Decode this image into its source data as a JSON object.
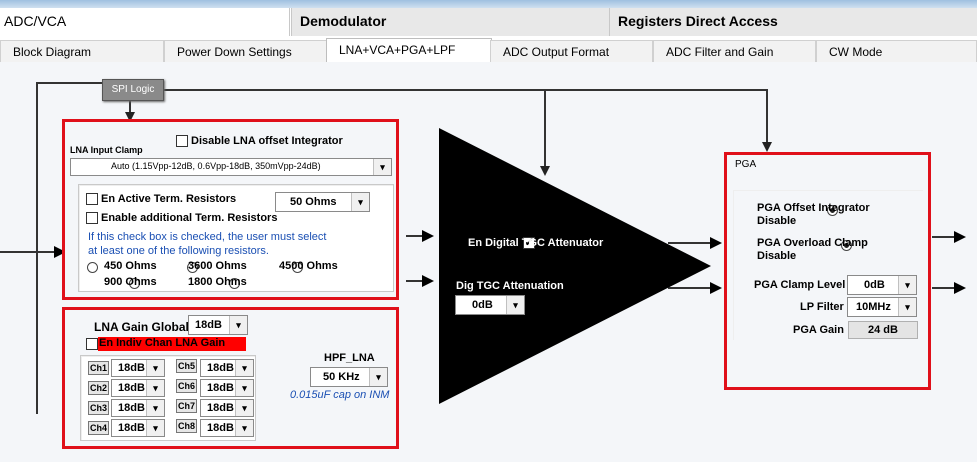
{
  "top_tabs": [
    {
      "label": "ADC/VCA"
    },
    {
      "label": "Demodulator"
    },
    {
      "label": "Registers Direct Access"
    }
  ],
  "sub_tabs": [
    {
      "label": "Block Diagram"
    },
    {
      "label": "Power Down Settings"
    },
    {
      "label": "LNA+VCA+PGA+LPF"
    },
    {
      "label": "ADC Output Format"
    },
    {
      "label": "ADC Filter and Gain"
    },
    {
      "label": "CW Mode"
    }
  ],
  "spi_logic": "SPI Logic",
  "lna": {
    "disable_offset_integrator": "Disable LNA offset Integrator",
    "input_clamp_label": "LNA Input Clamp",
    "input_clamp_value": "Auto (1.15Vpp-12dB, 0.6Vpp-18dB, 350mVpp-24dB)",
    "en_active_term": "En Active Term. Resistors",
    "active_term_value": "50 Ohms",
    "enable_additional_term": "Enable additional Term. Resistors",
    "note": "If this check box is checked, the user must select at least one of the following resistors.",
    "resistors": [
      "450 Ohms",
      "3600 Ohms",
      "4500 Ohms",
      "900 Ohms",
      "1800 Ohms"
    ]
  },
  "gain": {
    "lna_gain_global_label": "LNA Gain Global",
    "lna_gain_global_value": "18dB",
    "en_indiv_chan": "En Indiv Chan LNA Gain",
    "channels": [
      {
        "name": "Ch1",
        "value": "18dB"
      },
      {
        "name": "Ch2",
        "value": "18dB"
      },
      {
        "name": "Ch3",
        "value": "18dB"
      },
      {
        "name": "Ch4",
        "value": "18dB"
      },
      {
        "name": "Ch5",
        "value": "18dB"
      },
      {
        "name": "Ch6",
        "value": "18dB"
      },
      {
        "name": "Ch7",
        "value": "18dB"
      },
      {
        "name": "Ch8",
        "value": "18dB"
      }
    ],
    "hpf_label": "HPF_LNA",
    "hpf_value": "50 KHz",
    "hpf_note": "0.015uF cap on INM"
  },
  "tgc": {
    "en_digital_tgc": "En Digital TGC Attenuator",
    "dig_tgc_label": "Dig TGC Attenuation",
    "dig_tgc_value": "0dB"
  },
  "pga": {
    "title": "PGA",
    "offset_integrator": "PGA Offset Integrator Disable",
    "overload_clamp": "PGA Overload Clamp Disable",
    "clamp_level_label": "PGA Clamp Level",
    "clamp_level_value": "0dB",
    "lp_filter_label": "LP Filter",
    "lp_filter_value": "10MHz",
    "pga_gain_label": "PGA Gain",
    "pga_gain_value": "24 dB"
  },
  "colors": {
    "highlight_red": "#e0101a",
    "note_blue": "#1a4fb3"
  }
}
